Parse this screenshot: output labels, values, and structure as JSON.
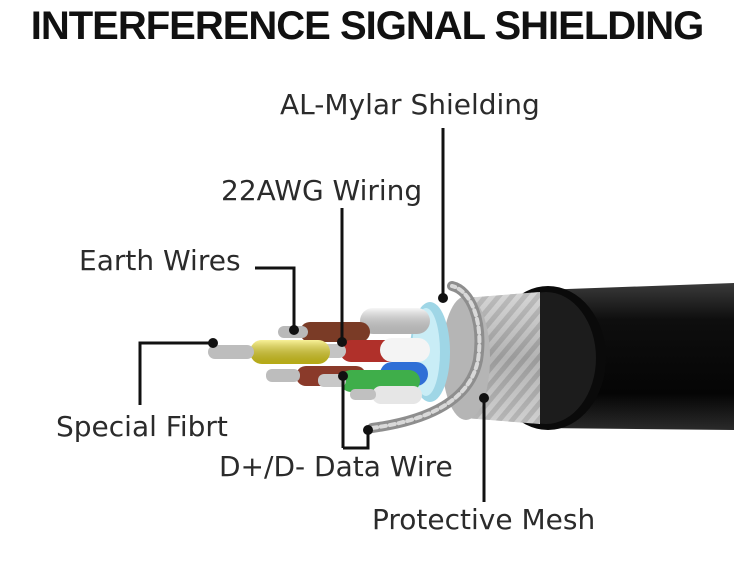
{
  "title": "INTERFERENCE SIGNAL SHIELDING",
  "labels": {
    "al_mylar": "AL-Mylar Shielding",
    "awg": "22AWG Wiring",
    "earth": "Earth Wires",
    "special": "Special Fibrt",
    "data_wire": "D+/D- Data Wire",
    "mesh": "Protective Mesh"
  },
  "colors": {
    "jacket": "#141414",
    "braid": "#b8b8b8",
    "foil": "#9fd6e6",
    "yellow": "#f2e21c",
    "red": "#b0302a",
    "green": "#3fae4a",
    "blue": "#2f6fd6",
    "white": "#f2f2f2",
    "brown": "#7a3b26",
    "leader": "#111111"
  }
}
